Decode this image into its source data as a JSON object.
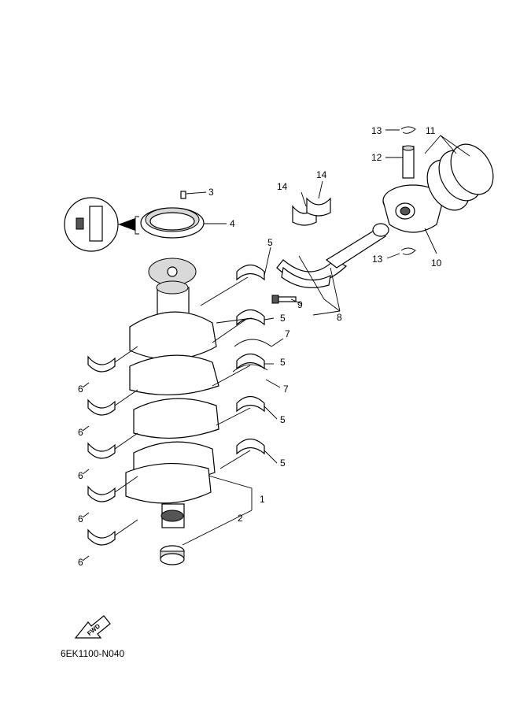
{
  "diagram": {
    "code": "6EK1100-N040",
    "fwd_label": "FWD",
    "callouts": {
      "c1": "1",
      "c2": "2",
      "c3": "3",
      "c4": "4",
      "c5a": "5",
      "c5b": "5",
      "c5c": "5",
      "c5d": "5",
      "c5e": "5",
      "c6a": "6",
      "c6b": "6",
      "c6c": "6",
      "c6d": "6",
      "c6e": "6",
      "c7a": "7",
      "c7b": "7",
      "c8": "8",
      "c9": "9",
      "c10": "10",
      "c11": "11",
      "c12": "12",
      "c13a": "13",
      "c13b": "13",
      "c14a": "14",
      "c14b": "14"
    }
  }
}
